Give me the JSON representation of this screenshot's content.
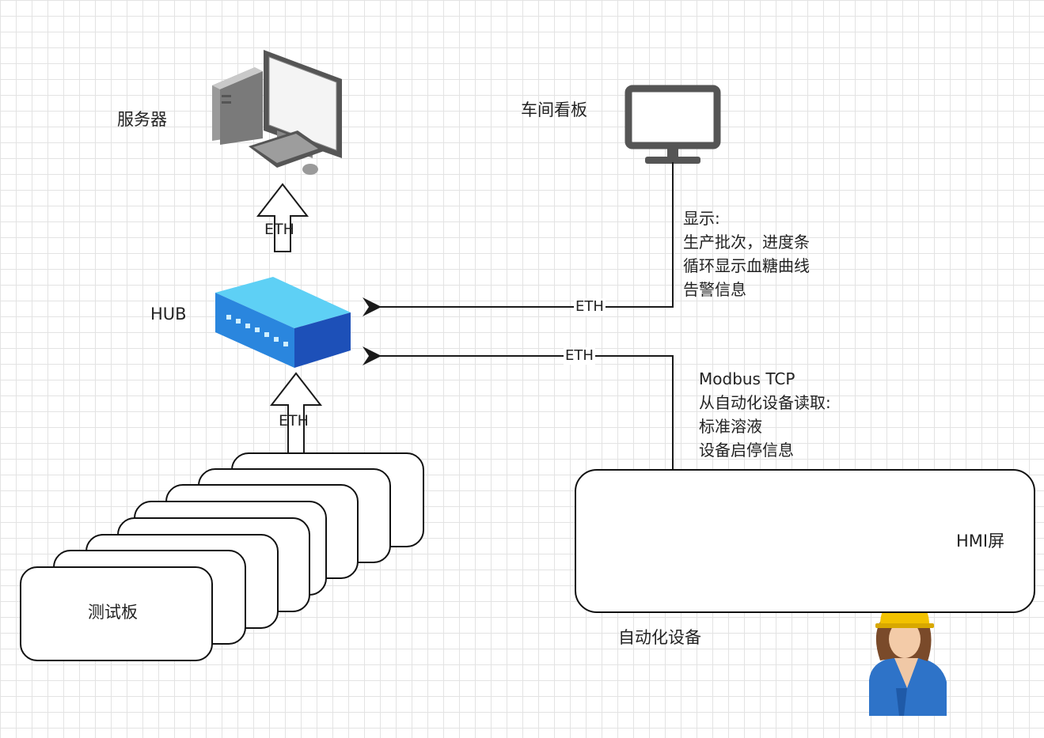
{
  "nodes": {
    "server": "服务器",
    "hub": "HUB",
    "dashboard": "车间看板",
    "test_board": "测试板",
    "hmi": "HMI屏",
    "automation_device": "自动化设备"
  },
  "links": {
    "board_to_hub": "ETH",
    "hub_to_server": "ETH",
    "dashboard_to_hub": "ETH",
    "device_to_hub": "ETH"
  },
  "notes": {
    "dashboard": [
      "显示:",
      "生产批次，进度条",
      "循环显示血糖曲线",
      "告警信息"
    ],
    "device": [
      "Modbus TCP",
      "从自动化设备读取:",
      "标准溶液",
      "设备启停信息"
    ]
  },
  "icons": {
    "server": "desktop-computer-icon",
    "hub": "network-hub-icon",
    "dashboard": "monitor-icon",
    "device": "industrial-machine-icon",
    "hmi": "hmi-panel-icon",
    "operator": "worker-with-helmet-icon"
  },
  "colors": {
    "line": "#1a1a1a",
    "hub_top": "#5ed0f5",
    "hub_side": "#1d5ec9",
    "helmet": "#f2c200",
    "shirt": "#2e73c8",
    "icon_gray": "#6b6b6b"
  }
}
